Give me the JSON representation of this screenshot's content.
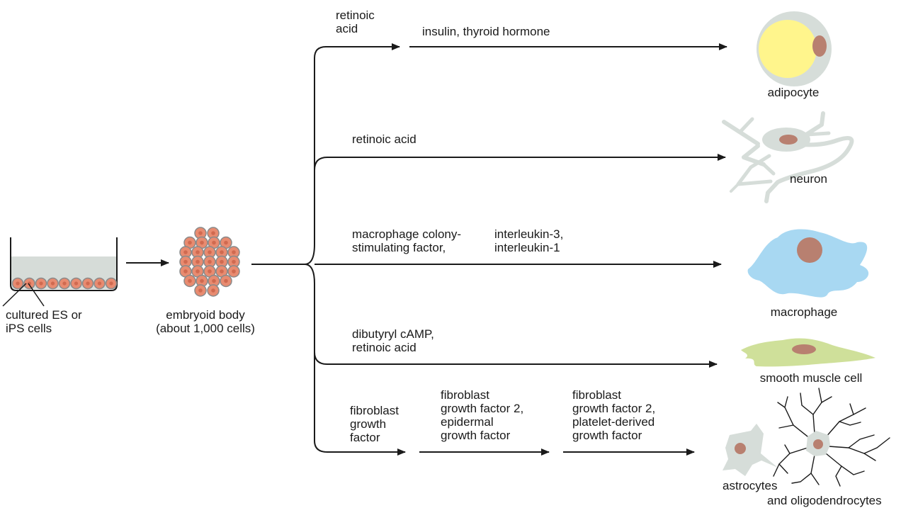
{
  "culture": {
    "label": "cultured ES or\niPS cells"
  },
  "embryoid": {
    "label": "embryoid body\n(about 1,000 cells)"
  },
  "branches": {
    "adipocyte": {
      "factor1": "retinoic\nacid",
      "factor2": "insulin, thyroid hormone",
      "cell": "adipocyte"
    },
    "neuron": {
      "factor1": "retinoic acid",
      "cell": "neuron"
    },
    "macrophage": {
      "factor1": "macrophage colony-\nstimulating factor,",
      "factor2": "interleukin-3,\ninterleukin-1",
      "cell": "macrophage"
    },
    "smooth_muscle": {
      "factor1": "dibutyryl cAMP,\nretinoic acid",
      "cell": "smooth muscle cell"
    },
    "glia": {
      "factor1": "fibroblast\ngrowth\nfactor",
      "factor2": "fibroblast\ngrowth factor 2,\nepidermal\ngrowth factor",
      "factor3": "fibroblast\ngrowth factor 2,\nplatelet-derived\ngrowth factor",
      "cell_1": "astrocytes",
      "cell_2": "and oligodendrocytes"
    }
  },
  "colors": {
    "nucleus": "#b88070",
    "cell_body": "#d6ddd9",
    "lipid": "#fff58c",
    "macrophage": "#a8d8f2",
    "smooth_muscle": "#cfe09a",
    "es_cell": "#e88b70",
    "medium": "#d6dcd8",
    "line": "#1a1a1a"
  }
}
